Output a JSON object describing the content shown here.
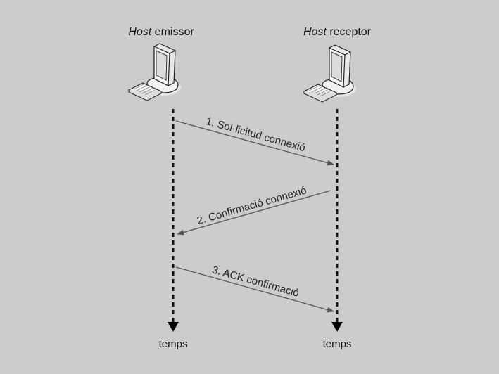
{
  "diagram": {
    "title": "TCP three-way handshake",
    "hosts": [
      {
        "id": "sender",
        "label_italic": "Host",
        "label_rest": " emissor",
        "icon": "computer-icon",
        "time_label": "temps"
      },
      {
        "id": "receiver",
        "label_italic": "Host",
        "label_rest": " receptor",
        "icon": "computer-icon",
        "time_label": "temps"
      }
    ],
    "messages": [
      {
        "label": "1. Sol·licitud connexió",
        "from": "sender",
        "to": "receiver"
      },
      {
        "label": "2. Confirmació connexió",
        "from": "receiver",
        "to": "sender"
      },
      {
        "label": "3. ACK confirmació",
        "from": "sender",
        "to": "receiver"
      }
    ],
    "colors": {
      "background": "#cccccc",
      "lifeline": "#111111",
      "message_arrow": "#555555"
    }
  }
}
